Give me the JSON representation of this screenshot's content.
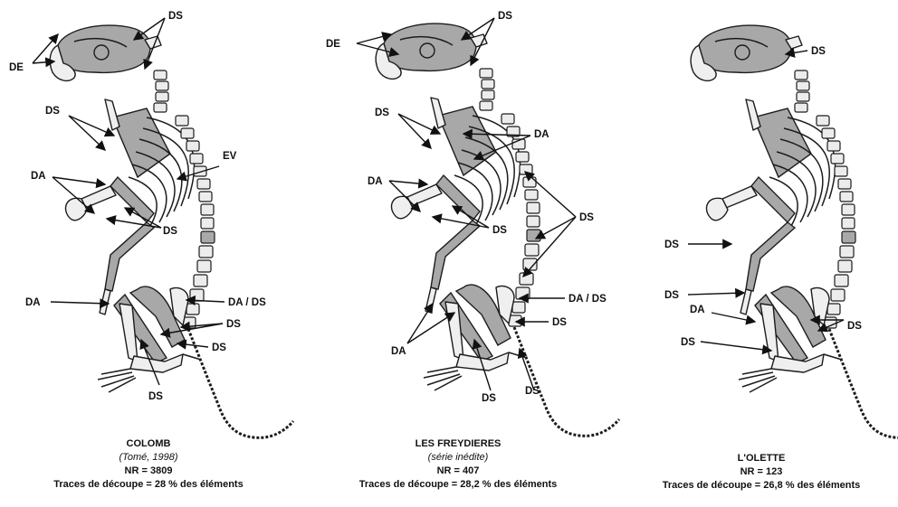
{
  "panels": [
    {
      "site": "COLOMB",
      "subtitle": "(Tomé, 1998)",
      "nr": "NR = 3809",
      "traces": "Traces de découpe = 28 % des éléments",
      "labels": [
        "DS",
        "DE",
        "DS",
        "EV",
        "DA",
        "DS",
        "DA",
        "DA / DS",
        "DS",
        "DS",
        "DS"
      ]
    },
    {
      "site": "LES FREYDIERES",
      "subtitle": "(série inédite)",
      "nr": "NR = 407",
      "traces": "Traces de découpe = 28,2 % des éléments",
      "labels": [
        "DE",
        "DS",
        "DS",
        "DA",
        "DA",
        "DS",
        "DS",
        "DA / DS",
        "DA",
        "DS",
        "DS",
        "DS"
      ]
    },
    {
      "site": "L'OLETTE",
      "subtitle": "",
      "nr": "NR = 123",
      "traces": "Traces de découpe = 26,8 % des éléments",
      "labels": [
        "DS",
        "DS",
        "DS",
        "DA",
        "DS",
        "DS"
      ]
    }
  ]
}
